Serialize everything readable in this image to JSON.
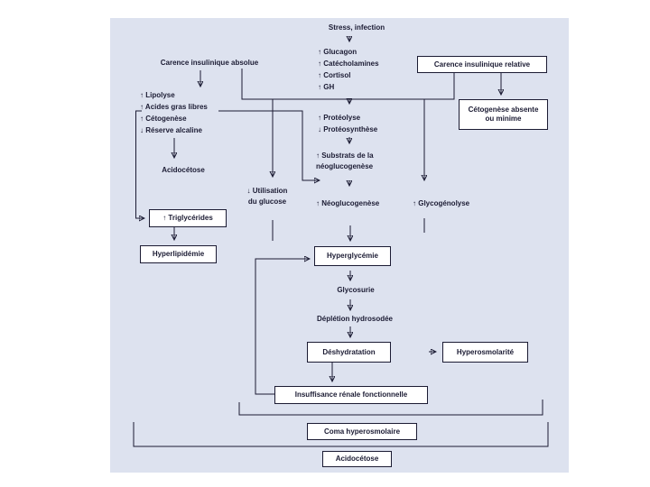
{
  "palette": {
    "panel_bg": "#dde2ef",
    "box_bg": "#ffffff",
    "ink": "#1b1b33"
  },
  "nodes": {
    "stress": {
      "label": "Stress, infection"
    },
    "hormones": {
      "items": [
        "↑ Glucagon",
        "↑ Catécholamines",
        "↑ Cortisol",
        "↑ GH"
      ]
    },
    "carence_absolue": {
      "label": "Carence insulinique absolue"
    },
    "carence_relative": {
      "label": "Carence insulinique relative"
    },
    "cetogenese_absente": {
      "line1": "Cétogenèse absente",
      "line2": "ou minime"
    },
    "lipolyse_list": {
      "items": [
        "↑ Lipolyse",
        "↑ Acides gras libres",
        "↑ Cétogenèse",
        "↓ Réserve alcaline"
      ]
    },
    "acidocetose_left": {
      "label": "Acidocétose"
    },
    "triglycerides": {
      "label": "↑ Triglycérides"
    },
    "hyperlipidemie": {
      "label": "Hyperlipidémie"
    },
    "utilisation_glucose": {
      "line1": "↓ Utilisation",
      "line2": "du glucose"
    },
    "proteolyse": {
      "items": [
        "↑ Protéolyse",
        "↓ Protéosynthèse"
      ]
    },
    "substrats": {
      "line1": "↑ Substrats de la",
      "line2": "néoglucogenèse"
    },
    "neoglucogenese": {
      "label": "↑ Néoglucogenèse"
    },
    "glycogenolyse": {
      "label": "↑ Glycogénolyse"
    },
    "hyperglycemie": {
      "label": "Hyperglycémie"
    },
    "glycosurie": {
      "label": "Glycosurie"
    },
    "depletion_hydrosodee": {
      "label": "Déplétion hydrosodée"
    },
    "deshydratation": {
      "label": "Déshydratation"
    },
    "hyperosmolarite": {
      "label": "Hyperosmolarité"
    },
    "insuffisance_renale": {
      "label": "Insuffisance rénale fonctionnelle"
    },
    "coma_hyperosmolaire": {
      "label": "Coma hyperosmolaire"
    },
    "acidocetose_bottom": {
      "label": "Acidocétose"
    }
  }
}
